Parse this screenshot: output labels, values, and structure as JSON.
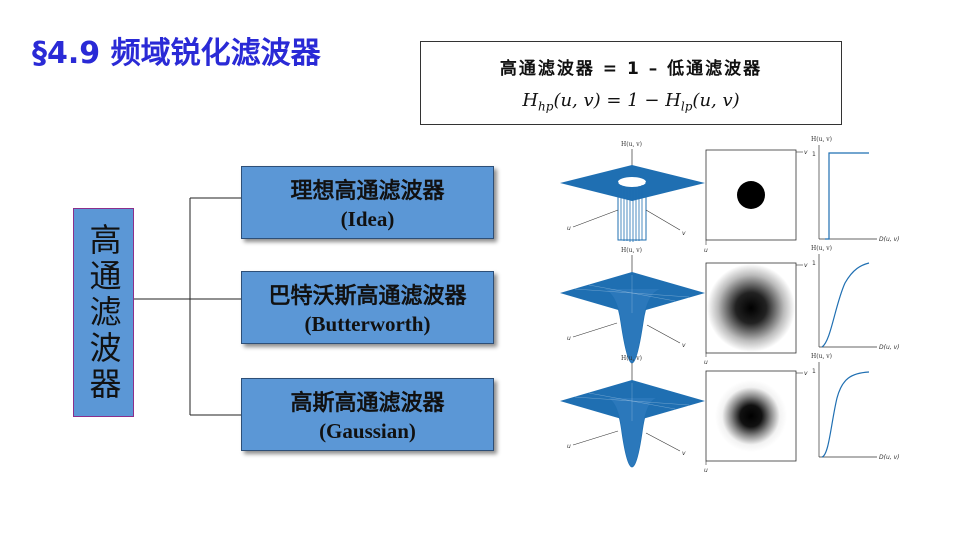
{
  "title": "§4.9 频域锐化滤波器",
  "formula": {
    "text_line": "高通滤波器 = 1 – 低通滤波器",
    "math_line": "H_hp(u,v) = 1 − H_lp(u,v)"
  },
  "root": {
    "label": "高通滤波器"
  },
  "filters": [
    {
      "cn": "理想高通滤波器",
      "en": "(Idea)"
    },
    {
      "cn": "巴特沃斯高通滤波器",
      "en": "(Butterworth)"
    },
    {
      "cn": "高斯高通滤波器",
      "en": "(Gaussian)"
    }
  ],
  "figure_labels": {
    "surface_axis": "H(u, v)",
    "u": "u",
    "v": "v",
    "plot_y": "H(u, v)",
    "plot_x": "D(u, v)",
    "plot_tick": "1"
  },
  "colors": {
    "title": "#2a2ad6",
    "box": "#5b97d6",
    "surface": "#1f6fb2"
  }
}
